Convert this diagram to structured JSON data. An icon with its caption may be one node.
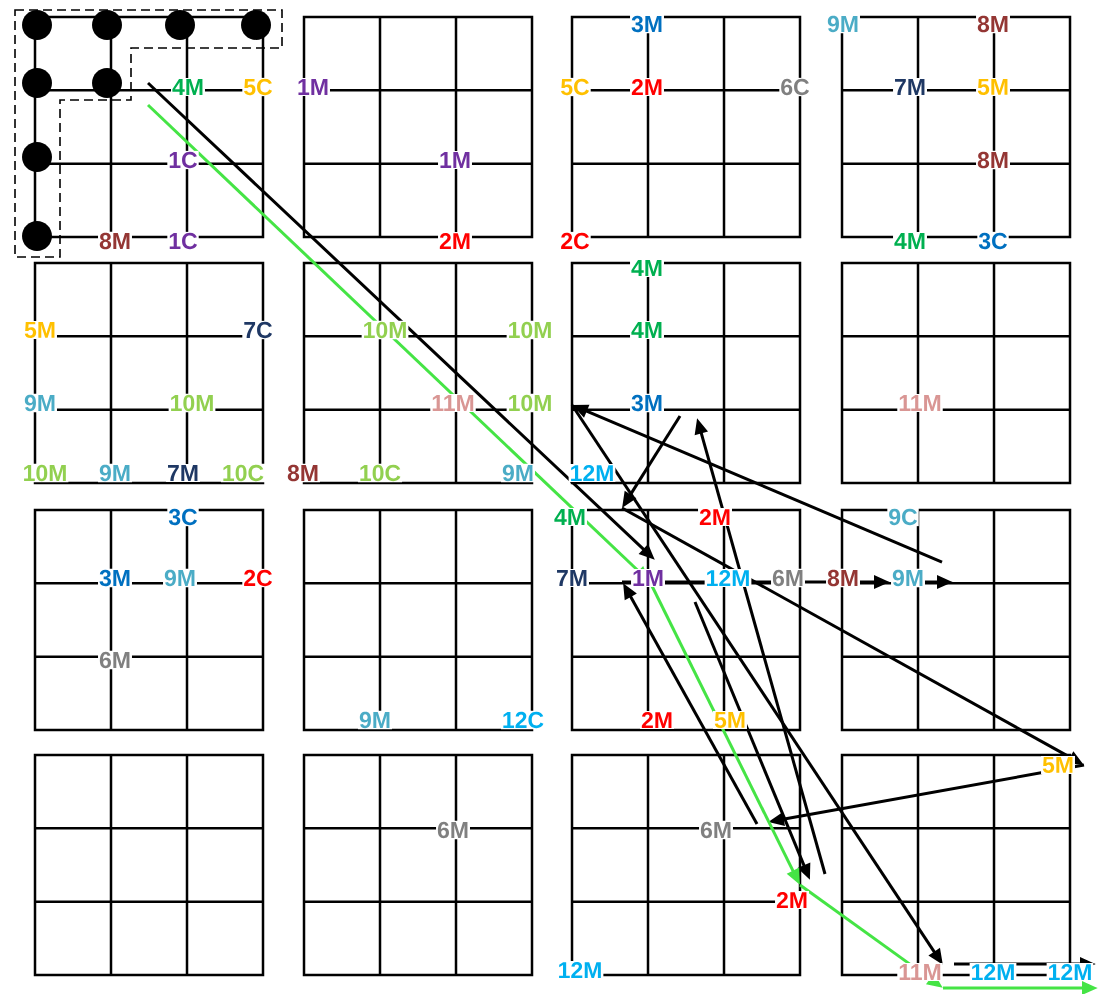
{
  "diagram": {
    "labels": [
      "3M",
      "9M",
      "8M",
      "4M",
      "5C",
      "1M",
      "5C",
      "2M",
      "6C",
      "7M",
      "5M",
      "1C",
      "1M",
      "8M",
      "8M",
      "1C",
      "2M",
      "2C",
      "4M",
      "3C",
      "4M",
      "5M",
      "7C",
      "10M",
      "10M",
      "4M",
      "9M",
      "10M",
      "11M",
      "10M",
      "3M",
      "11M",
      "10M",
      "9M",
      "7M",
      "10C",
      "8M",
      "10C",
      "9M",
      "12M",
      "3C",
      "4M",
      "2M",
      "9C",
      "3M",
      "9M",
      "2C",
      "7M",
      "1M",
      "12M",
      "6M",
      "8M",
      "9M",
      "6M",
      "9M",
      "12C",
      "2M",
      "5M",
      "5M",
      "6M",
      "6M",
      "2M",
      "12M",
      "11M",
      "12M",
      "12M"
    ]
  }
}
